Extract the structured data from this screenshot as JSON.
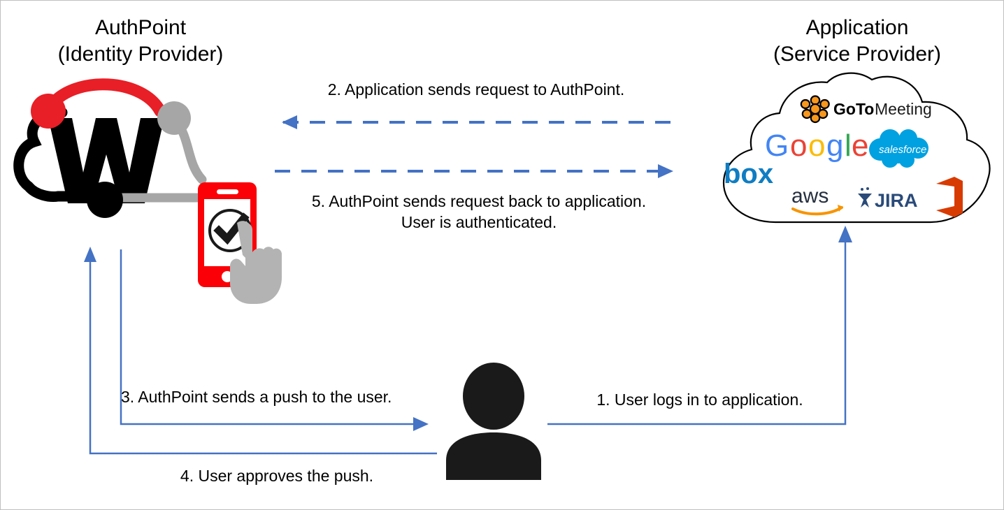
{
  "diagram": {
    "title": "AuthPoint MFA push authentication flow",
    "background": "#ffffff",
    "border_color": "#bfbfbf"
  },
  "colors": {
    "arrow_blue": "#4472C4",
    "watchguard_red": "#E81F26",
    "watchguard_black": "#000000",
    "watchguard_gray": "#A6A6A6",
    "phone_red": "#FB0007",
    "hand_gray": "#B3B3B3",
    "user_black": "#1A1A1A",
    "google_blue": "#4285F4",
    "google_red": "#EA4335",
    "google_yellow": "#FBBC05",
    "google_green": "#34A853",
    "salesforce_blue": "#00A1E0",
    "box_blue": "#0F7DC2",
    "aws_dark": "#252F3E",
    "aws_orange": "#F79400",
    "jira_navy": "#2A4B79",
    "office_red": "#D83B01",
    "gotomeeting_orange": "#F7971D",
    "gotomeeting_black": "#000000"
  },
  "endpoints": {
    "left": {
      "name": "AuthPoint",
      "role": "(Identity Provider)",
      "label": "AuthPoint\n(Identity Provider)",
      "icon": "watchguard-cloud-logo"
    },
    "right": {
      "name": "Application",
      "role": "(Service Provider)",
      "label": "Application\n(Service Provider)",
      "icon": "application-cloud"
    }
  },
  "actor": {
    "name": "user",
    "icon": "user-silhouette-icon"
  },
  "device": {
    "name": "mobile-phone",
    "icon": "phone-with-checkmark-icon",
    "gesture": "hand-tap-icon"
  },
  "app_logos": [
    {
      "id": "gotomeeting",
      "name": "GoToMeeting",
      "text_bold": "GoTo",
      "text_regular": "Meeting"
    },
    {
      "id": "google",
      "name": "Google",
      "letters": [
        "G",
        "o",
        "o",
        "g",
        "l",
        "e"
      ]
    },
    {
      "id": "salesforce",
      "name": "salesforce",
      "wordmark": "salesforce"
    },
    {
      "id": "box",
      "name": "box",
      "wordmark": "box"
    },
    {
      "id": "aws",
      "name": "aws",
      "wordmark": "aws"
    },
    {
      "id": "jira",
      "name": "JIRA",
      "wordmark": "JIRA"
    },
    {
      "id": "office",
      "name": "Microsoft Office",
      "wordmark": ""
    }
  ],
  "steps": [
    {
      "num": "1",
      "id": "step-1",
      "text": "1. User logs in to application.",
      "from": "user",
      "to": "application",
      "style": "solid",
      "direction": "right-up"
    },
    {
      "num": "2",
      "id": "step-2",
      "text": "2. Application sends request to AuthPoint.",
      "from": "application",
      "to": "authpoint",
      "style": "dashed",
      "direction": "left"
    },
    {
      "num": "3",
      "id": "step-3",
      "text": "3. AuthPoint sends a push to the user.",
      "from": "authpoint",
      "to": "user",
      "style": "solid",
      "direction": "down-right"
    },
    {
      "num": "4",
      "id": "step-4",
      "text": "4. User approves the push.",
      "from": "user",
      "to": "authpoint",
      "style": "solid",
      "direction": "left-up"
    },
    {
      "num": "5",
      "id": "step-5",
      "text": "5. AuthPoint sends request back to application.\nUser is authenticated.",
      "from": "authpoint",
      "to": "application",
      "style": "dashed",
      "direction": "right"
    }
  ]
}
